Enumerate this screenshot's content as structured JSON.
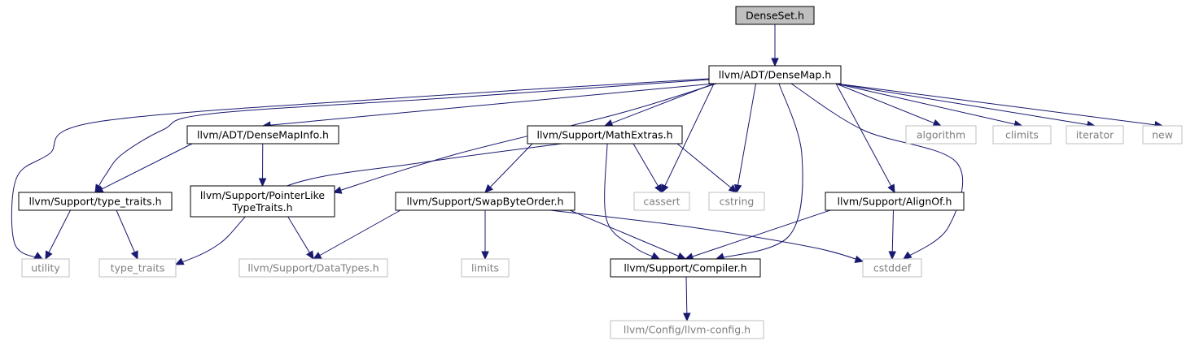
{
  "colors": {
    "edge": "#191970",
    "root_fill": "#bfbfbf",
    "documented_border": "#000000",
    "undocumented_border": "#bfbfbf",
    "undocumented_text": "#7f7f7f"
  },
  "nodes": [
    {
      "id": "denseset",
      "lines": [
        "DenseSet.h"
      ],
      "kind": "root"
    },
    {
      "id": "densemap",
      "lines": [
        "llvm/ADT/DenseMap.h"
      ],
      "kind": "documented"
    },
    {
      "id": "densemapinfo",
      "lines": [
        "llvm/ADT/DenseMapInfo.h"
      ],
      "kind": "documented"
    },
    {
      "id": "mathextras",
      "lines": [
        "llvm/Support/MathExtras.h"
      ],
      "kind": "documented"
    },
    {
      "id": "algorithm",
      "lines": [
        "algorithm"
      ],
      "kind": "external"
    },
    {
      "id": "climits",
      "lines": [
        "climits"
      ],
      "kind": "external"
    },
    {
      "id": "iterator",
      "lines": [
        "iterator"
      ],
      "kind": "external"
    },
    {
      "id": "new",
      "lines": [
        "new"
      ],
      "kind": "external"
    },
    {
      "id": "typetraits_h",
      "lines": [
        "llvm/Support/type_traits.h"
      ],
      "kind": "documented"
    },
    {
      "id": "pointerlike",
      "lines": [
        "llvm/Support/PointerLike",
        "TypeTraits.h"
      ],
      "kind": "documented"
    },
    {
      "id": "swapbyteorder",
      "lines": [
        "llvm/Support/SwapByteOrder.h"
      ],
      "kind": "documented"
    },
    {
      "id": "cassert",
      "lines": [
        "cassert"
      ],
      "kind": "external"
    },
    {
      "id": "cstring",
      "lines": [
        "cstring"
      ],
      "kind": "external"
    },
    {
      "id": "alignof",
      "lines": [
        "llvm/Support/AlignOf.h"
      ],
      "kind": "documented"
    },
    {
      "id": "utility",
      "lines": [
        "utility"
      ],
      "kind": "external"
    },
    {
      "id": "type_traits",
      "lines": [
        "type_traits"
      ],
      "kind": "external"
    },
    {
      "id": "datatypes",
      "lines": [
        "llvm/Support/DataTypes.h"
      ],
      "kind": "external"
    },
    {
      "id": "limits",
      "lines": [
        "limits"
      ],
      "kind": "external"
    },
    {
      "id": "compiler",
      "lines": [
        "llvm/Support/Compiler.h"
      ],
      "kind": "documented"
    },
    {
      "id": "cstddef",
      "lines": [
        "cstddef"
      ],
      "kind": "external"
    },
    {
      "id": "llvmconfig",
      "lines": [
        "llvm/Config/llvm-config.h"
      ],
      "kind": "external"
    }
  ],
  "edges": [
    [
      "denseset",
      "densemap"
    ],
    [
      "densemap",
      "densemapinfo"
    ],
    [
      "densemap",
      "mathextras"
    ],
    [
      "densemap",
      "algorithm"
    ],
    [
      "densemap",
      "climits"
    ],
    [
      "densemap",
      "iterator"
    ],
    [
      "densemap",
      "new"
    ],
    [
      "densemap",
      "typetraits_h"
    ],
    [
      "densemap",
      "pointerlike"
    ],
    [
      "densemap",
      "cassert"
    ],
    [
      "densemap",
      "cstring"
    ],
    [
      "densemap",
      "alignof"
    ],
    [
      "densemap",
      "utility"
    ],
    [
      "densemap",
      "compiler"
    ],
    [
      "densemap",
      "cstddef"
    ],
    [
      "densemapinfo",
      "typetraits_h"
    ],
    [
      "densemapinfo",
      "pointerlike"
    ],
    [
      "mathextras",
      "swapbyteorder"
    ],
    [
      "mathextras",
      "cassert"
    ],
    [
      "mathextras",
      "cstring"
    ],
    [
      "mathextras",
      "type_traits"
    ],
    [
      "mathextras",
      "compiler"
    ],
    [
      "typetraits_h",
      "utility"
    ],
    [
      "typetraits_h",
      "type_traits"
    ],
    [
      "pointerlike",
      "datatypes"
    ],
    [
      "swapbyteorder",
      "datatypes"
    ],
    [
      "swapbyteorder",
      "limits"
    ],
    [
      "swapbyteorder",
      "compiler"
    ],
    [
      "swapbyteorder",
      "cstddef"
    ],
    [
      "alignof",
      "compiler"
    ],
    [
      "alignof",
      "cstddef"
    ],
    [
      "compiler",
      "llvmconfig"
    ]
  ]
}
